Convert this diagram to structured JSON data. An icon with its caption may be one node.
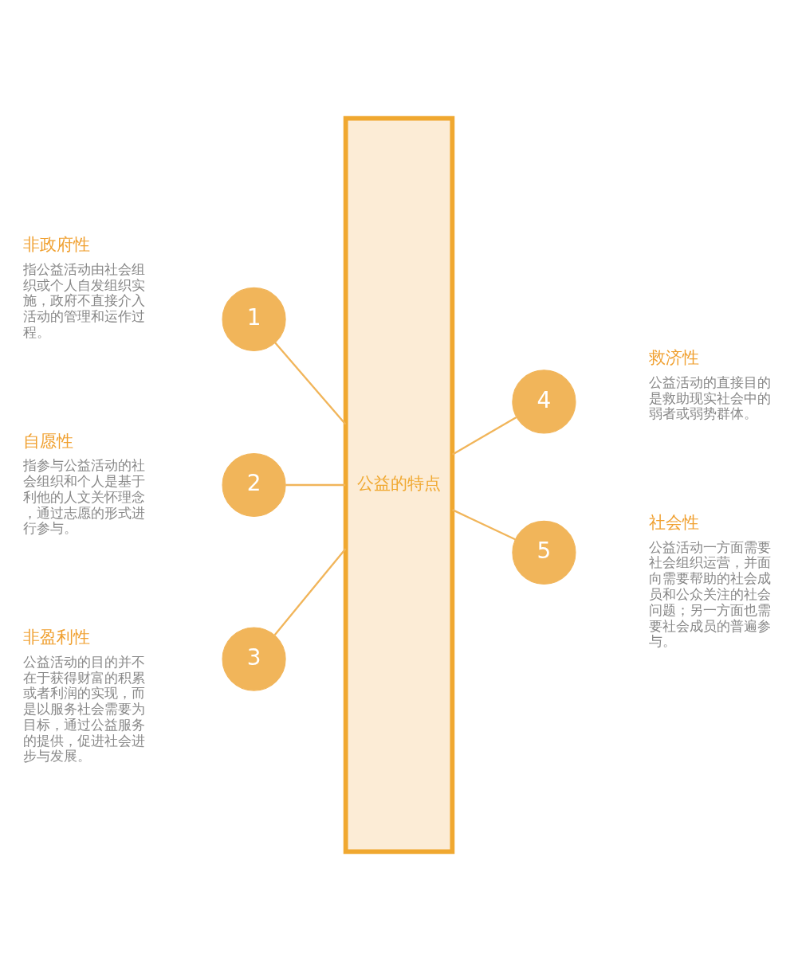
{
  "diagram": {
    "nodes": [
      {
        "text": [
          "公益的特点"
        ]
      },
      {
        "text": [
          "1"
        ],
        "beside": [
          "非政府性",
          "指公益活动由社会组织或个人自发组织实施，政府不直接介入活动的管理和运作过程。"
        ]
      },
      {
        "text": [
          "2"
        ],
        "beside": [
          "自愿性",
          "指参与公益活动的社会组织和个人是基于利他的人文关怀理念，通过志愿的形式进行参与。"
        ]
      },
      {
        "text": [
          "3"
        ],
        "beside": [
          "非盈利性",
          "公益活动的目的并不在于获得财富的积累或者利润的实现，而是以服务社会需要为目标，通过公益服务的提供，促进社会进步与发展。"
        ]
      },
      {
        "text": [
          "4"
        ],
        "beside": [
          "救济性",
          "公益活动的直接目的是救助现实社会中的弱者或弱势群体。"
        ]
      },
      {
        "text": [
          "5"
        ],
        "beside": [
          "社会性",
          "公益活动一方面需要社会组织运营，并面向需要帮助的社会成员和公众关注的社会问题；另一方面也需要社会成员的普遍参与。"
        ]
      }
    ],
    "edges": [
      {
        "from": 1,
        "to": 0,
        "arrow": "none"
      },
      {
        "from": 2,
        "to": 0,
        "arrow": "none"
      },
      {
        "from": 3,
        "to": 0,
        "arrow": "none"
      },
      {
        "from": 0,
        "to": 4,
        "arrow": "none"
      },
      {
        "from": 0,
        "to": 5,
        "arrow": "none"
      }
    ]
  }
}
